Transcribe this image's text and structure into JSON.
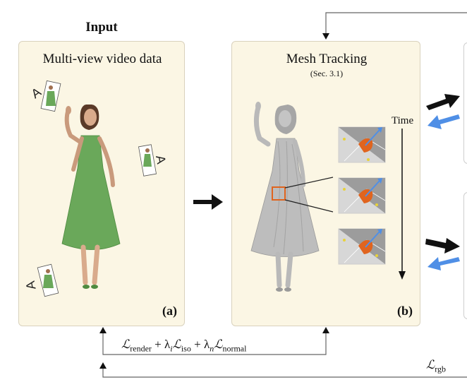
{
  "input": {
    "heading": "Input",
    "panel_title": "Multi-view video data",
    "tag": "(a)"
  },
  "mesh_tracking": {
    "title": "Mesh Tracking",
    "subtitle": "(Sec. 3.1)",
    "time_label": "Time",
    "tag": "(b)"
  },
  "losses": {
    "main_formula": "ℒrender + λiℒiso + λnℒnormal",
    "main_formula_parts": {
      "L1": "ℒ",
      "sub1": "render",
      "plus1": " + λ",
      "sub_i": "i",
      "L2": "ℒ",
      "sub2": "iso",
      "plus2": " + λ",
      "sub_n": "n",
      "L3": "ℒ",
      "sub3": "normal"
    },
    "rgb": {
      "L": "ℒ",
      "sub": "rgb"
    }
  },
  "colors": {
    "panel_fill": "#fbf6e4",
    "dress_green": "#6aa85a",
    "mesh_gray": "#b9b9b9",
    "highlight_orange": "#e0641e",
    "arrow_blue": "#4f8fe6",
    "arrow_black": "#111111"
  }
}
